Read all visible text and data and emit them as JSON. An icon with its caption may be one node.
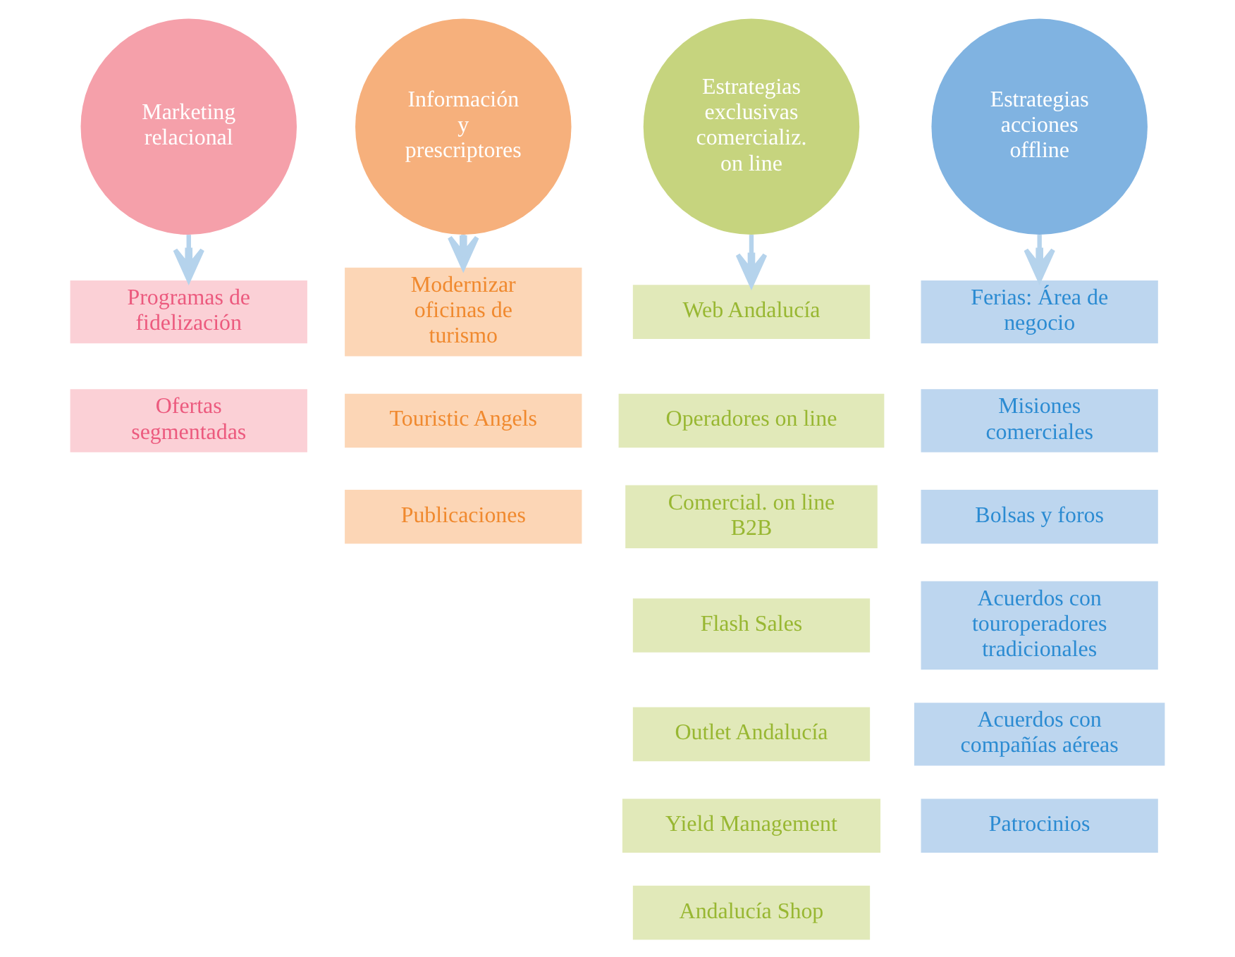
{
  "diagram": {
    "nodes": [
      {
        "text": [
          "Marketing relacional"
        ]
      },
      {
        "text": [
          "Programas de fidelización"
        ]
      },
      {
        "text": [
          "Ofertas segmentadas"
        ]
      },
      {
        "text": [
          "Información y prescriptores"
        ]
      },
      {
        "text": [
          "Modernizar oficinas de turismo"
        ]
      },
      {
        "text": [
          "Touristic Angels"
        ]
      },
      {
        "text": [
          "Publicaciones"
        ]
      },
      {
        "text": [
          "Estrategias exclusivas comercializ. on line"
        ]
      },
      {
        "text": [
          "Web Andalucía"
        ]
      },
      {
        "text": [
          "Operadores on line"
        ]
      },
      {
        "text": [
          "Comercial. on line B2B"
        ]
      },
      {
        "text": [
          "Flash Sales"
        ]
      },
      {
        "text": [
          "Outlet Andalucía"
        ]
      },
      {
        "text": [
          "Yield Management"
        ]
      },
      {
        "text": [
          "Andalucía Shop"
        ]
      },
      {
        "text": [
          "Estrategias acciones offline"
        ]
      },
      {
        "text": [
          "Ferias: Área de negocio"
        ]
      },
      {
        "text": [
          "Misiones comerciales"
        ]
      },
      {
        "text": [
          "Bolsas y foros"
        ]
      },
      {
        "text": [
          "Acuerdos con touroperadores tradicionales"
        ]
      },
      {
        "text": [
          "Acuerdos con compañías aéreas"
        ]
      },
      {
        "text": [
          "Patrocinios"
        ]
      }
    ],
    "edges": [
      {
        "from": 0,
        "to": 1,
        "arrow": "to"
      },
      {
        "from": 3,
        "to": 4,
        "arrow": "to"
      },
      {
        "from": 7,
        "to": 8,
        "arrow": "to"
      },
      {
        "from": 15,
        "to": 16,
        "arrow": "to"
      }
    ]
  }
}
